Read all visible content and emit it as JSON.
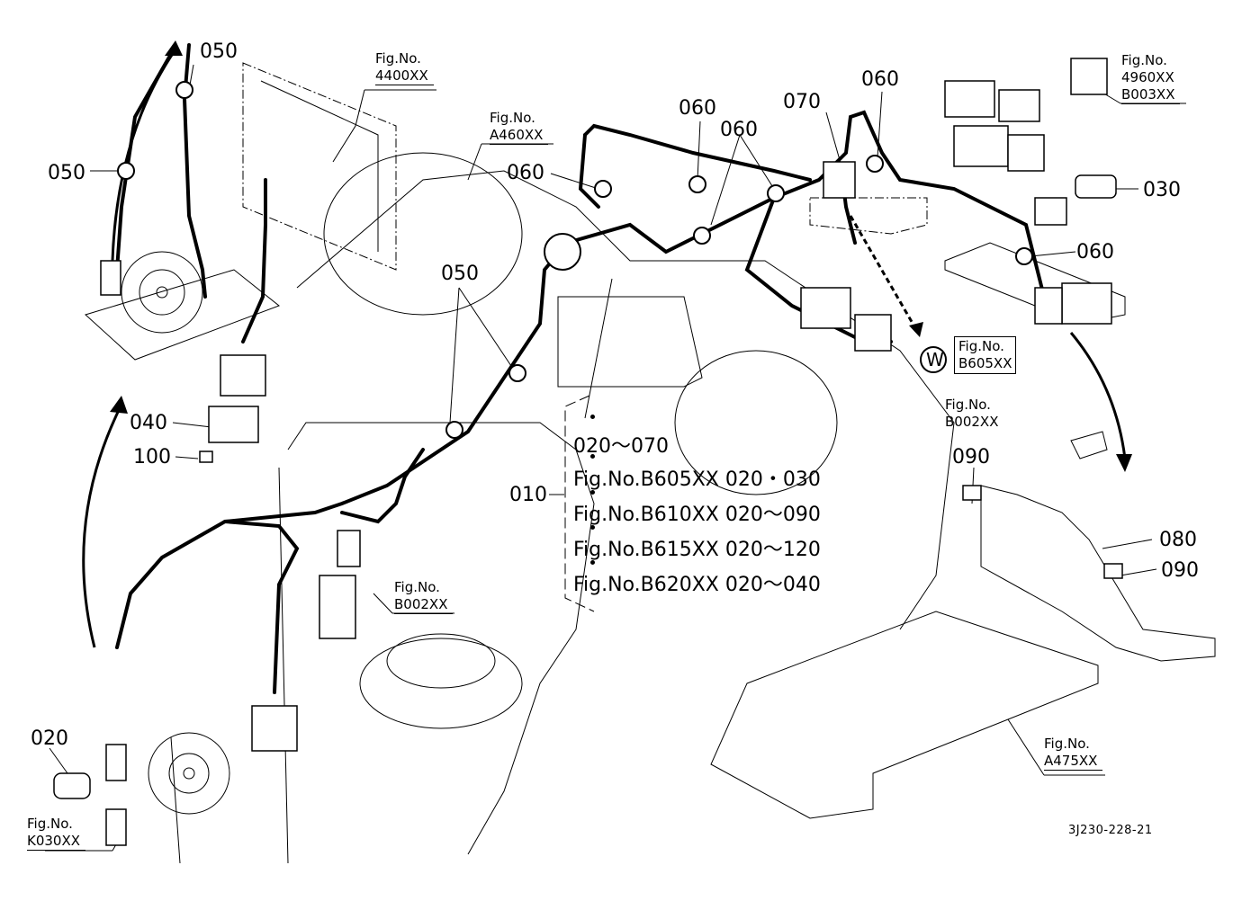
{
  "part_labels": {
    "p010": "010",
    "p020": "020",
    "p030": "030",
    "p040": "040",
    "p050_a": "050",
    "p050_b": "050",
    "p050_c": "050",
    "p060_a": "060",
    "p060_b": "060",
    "p060_c": "060",
    "p060_d": "060",
    "p060_e": "060",
    "p070": "070",
    "p080": "080",
    "p090_a": "090",
    "p090_b": "090",
    "p100": "100"
  },
  "figure_refs": {
    "f4400": {
      "line1": "Fig.No.",
      "line2": "4400XX"
    },
    "fA460": {
      "line1": "Fig.No.",
      "line2": "A460XX"
    },
    "f4960": {
      "line1": "Fig.No.",
      "line2": "4960XX",
      "line3": "B003XX"
    },
    "fB605": {
      "marker": "W",
      "line1": "Fig.No.",
      "line2": "B605XX"
    },
    "fB002_right": {
      "line1": "Fig.No.",
      "line2": "B002XX"
    },
    "fB002_center": {
      "line1": "Fig.No.",
      "line2": "B002XX"
    },
    "fA475": {
      "line1": "Fig.No.",
      "line2": "A475XX"
    },
    "fK030": {
      "line1": "Fig.No.",
      "line2": "K030XX"
    }
  },
  "applicability_note": {
    "lines": [
      "020～070",
      "Fig.No.B605XX  020・030",
      "Fig.No.B610XX  020～090",
      "Fig.No.B615XX  020～120",
      "Fig.No.B620XX  020～040"
    ]
  },
  "drawing_code": "3J230-228-21"
}
